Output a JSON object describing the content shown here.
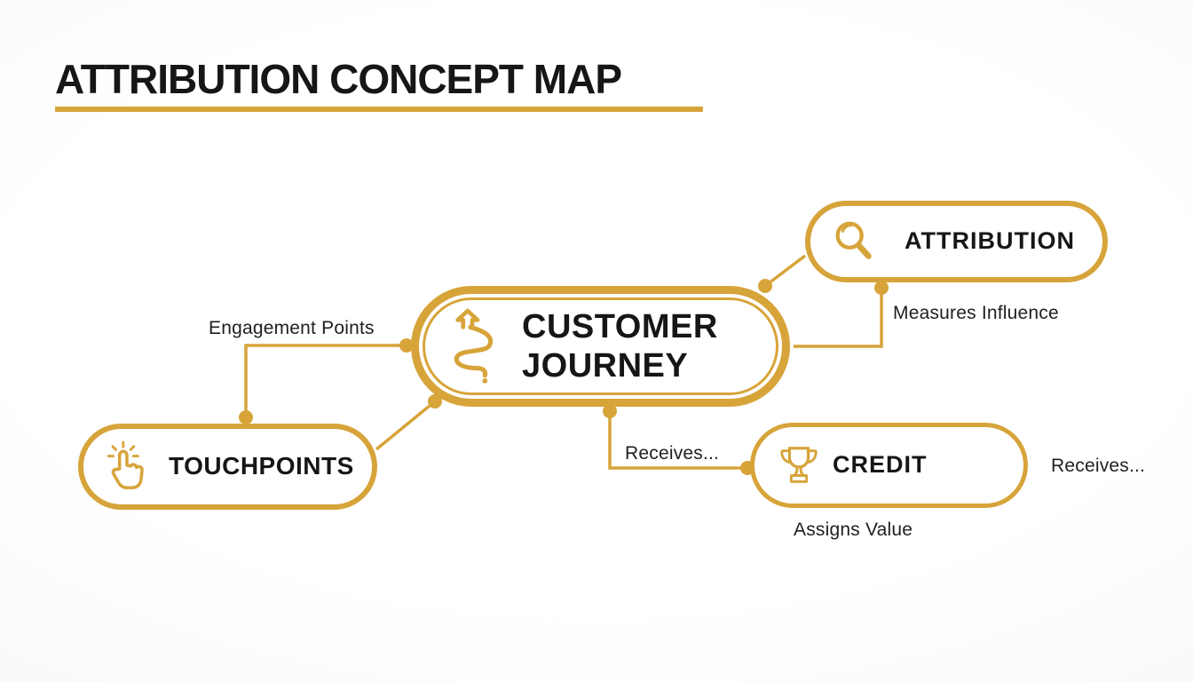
{
  "title": {
    "text": "ATTRIBUTION CONCEPT MAP"
  },
  "colors": {
    "gold": "#D7A43A",
    "ink": "#161616",
    "label": "#1f1f1f"
  },
  "nodes": {
    "customer_journey": {
      "label": "CUSTOMER JOURNEY",
      "icon": "journey-path-icon"
    },
    "attribution": {
      "label": "ATTRIBUTION",
      "icon": "magnifier-icon"
    },
    "touchpoints": {
      "label": "TOUCHPOINTS",
      "icon": "tap-finger-icon"
    },
    "credit": {
      "label": "CREDIT",
      "icon": "trophy-icon"
    }
  },
  "edge_labels": {
    "engagement_points": "Engagement Points",
    "measures_influence": "Measures Influence",
    "receives_left": "Receives...",
    "receives_right": "Receives...",
    "assigns_value": "Assigns Value"
  }
}
